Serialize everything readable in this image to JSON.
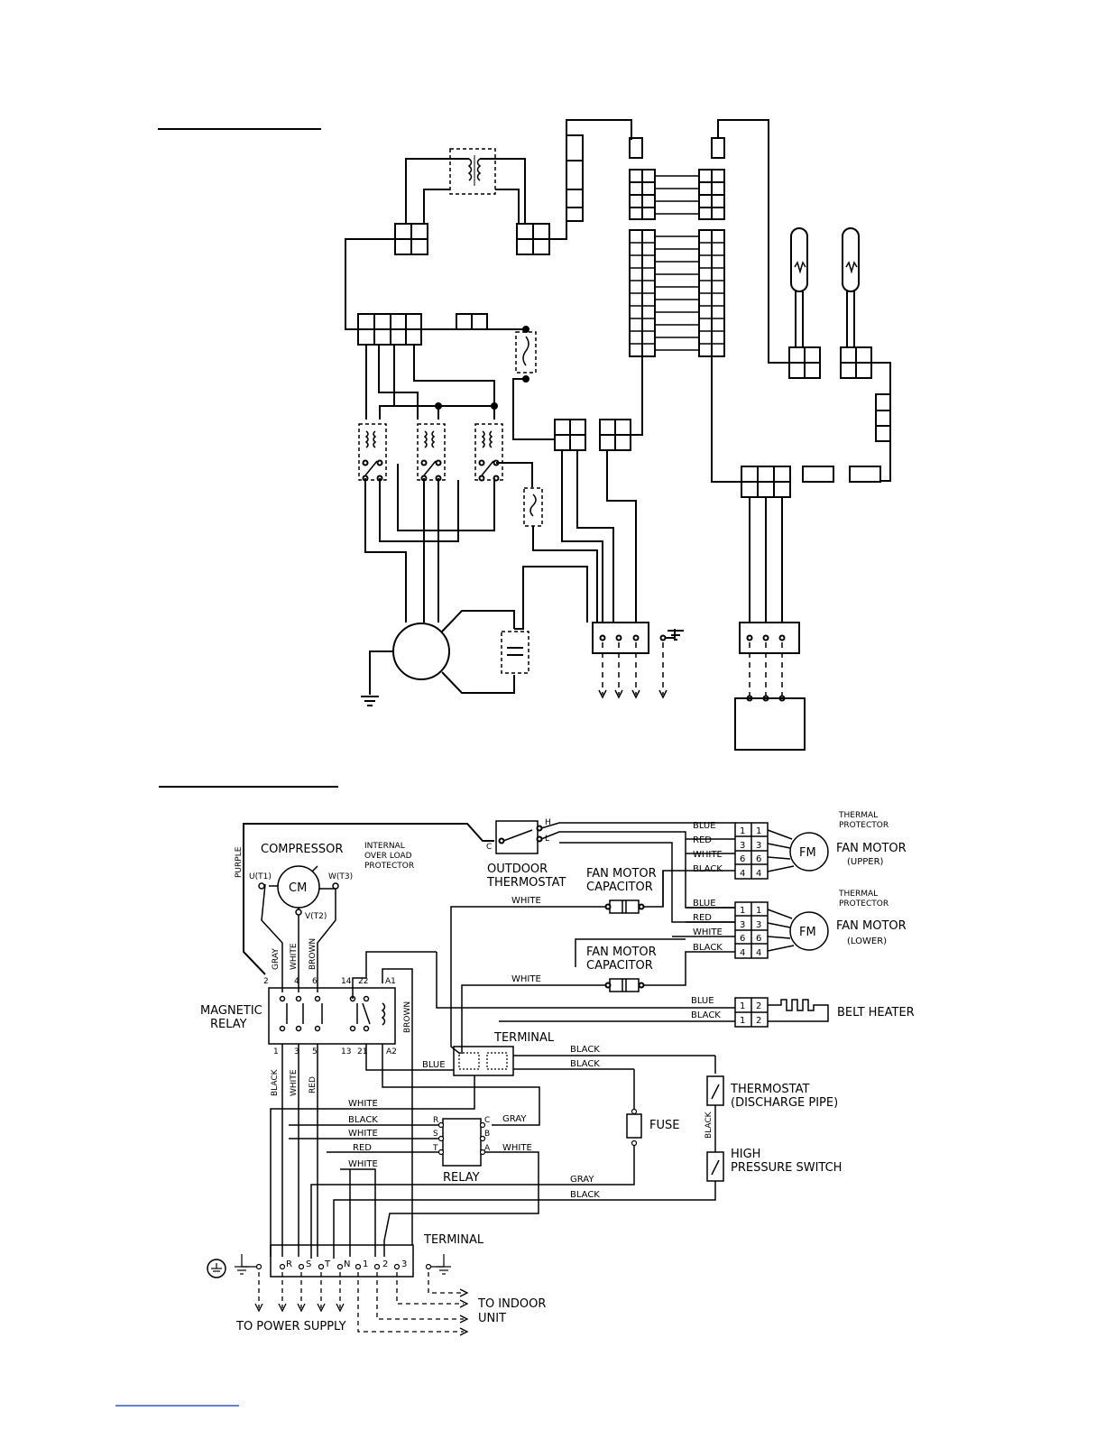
{
  "compressor": {
    "title": "COMPRESSOR",
    "symbol": "CM",
    "terminals": [
      "U(T1)",
      "W(T3)",
      "V(T2)"
    ],
    "protector_note": [
      "INTERNAL",
      "OVER LOAD",
      "PROTECTOR"
    ]
  },
  "thermostat": {
    "lines": [
      "OUTDOOR",
      "THERMOSTAT"
    ],
    "pins": [
      "H",
      "L",
      "C"
    ]
  },
  "fan_upper": {
    "symbol": "FM",
    "label": "FAN MOTOR",
    "position": "(UPPER)",
    "protector": [
      "THERMAL",
      "PROTECTOR"
    ],
    "wires": [
      "BLUE",
      "RED",
      "WHITE",
      "BLACK"
    ],
    "connector_left": [
      "1",
      "3",
      "6",
      "4"
    ],
    "connector_right": [
      "1",
      "3",
      "6",
      "4"
    ]
  },
  "fan_lower": {
    "symbol": "FM",
    "label": "FAN MOTOR",
    "position": "(LOWER)",
    "protector": [
      "THERMAL",
      "PROTECTOR"
    ],
    "wires": [
      "BLUE",
      "RED",
      "WHITE",
      "BLACK"
    ],
    "connector_left": [
      "1",
      "3",
      "6",
      "4"
    ],
    "connector_right": [
      "1",
      "3",
      "6",
      "4"
    ]
  },
  "capacitor_1": {
    "lines": [
      "FAN MOTOR",
      "CAPACITOR"
    ],
    "wire": "WHITE"
  },
  "capacitor_2": {
    "lines": [
      "FAN MOTOR",
      "CAPACITOR"
    ],
    "wire": "WHITE"
  },
  "belt_heater": {
    "label": "BELT HEATER",
    "wires": [
      "BLUE",
      "BLACK"
    ],
    "pins": [
      "1",
      "2"
    ]
  },
  "magnetic_relay": {
    "lines": [
      "MAGNETIC",
      "RELAY"
    ],
    "top_pins": [
      "2",
      "4",
      "6",
      "14",
      "22",
      "A1"
    ],
    "bottom_pins": [
      "1",
      "3",
      "5",
      "13",
      "21",
      "A2"
    ]
  },
  "relay_wires_top": [
    "PURPLE",
    "GRAY",
    "WHITE",
    "BROWN",
    "BROWN"
  ],
  "relay_wires_bottom": [
    "BLACK",
    "WHITE",
    "RED"
  ],
  "terminal_mid": {
    "label": "TERMINAL",
    "wires": [
      "BLUE",
      "BLACK",
      "BLACK"
    ]
  },
  "small_relay": {
    "label": "RELAY",
    "pins_left": [
      "R",
      "S",
      "T"
    ],
    "pins_right": [
      "C",
      "B",
      "A"
    ],
    "wires_left": [
      "WHITE",
      "BLACK",
      "WHITE",
      "RED",
      "WHITE"
    ],
    "wires_right": [
      "GRAY",
      "WHITE"
    ]
  },
  "fuse": {
    "label": "FUSE"
  },
  "thermostat_discharge": {
    "lines": [
      "THERMOSTAT",
      "(DISCHARGE PIPE)"
    ],
    "wire": "BLACK"
  },
  "pressure_switch": {
    "lines": [
      "HIGH",
      "PRESSURE SWITCH"
    ]
  },
  "bottom_wires": [
    "GRAY",
    "BLACK"
  ],
  "terminal_bottom": {
    "label": "TERMINAL",
    "pins": [
      "R",
      "S",
      "T",
      "N",
      "1",
      "2",
      "3"
    ]
  },
  "to_indoor": [
    "TO INDOOR",
    "UNIT"
  ],
  "to_power": "TO POWER SUPPLY"
}
